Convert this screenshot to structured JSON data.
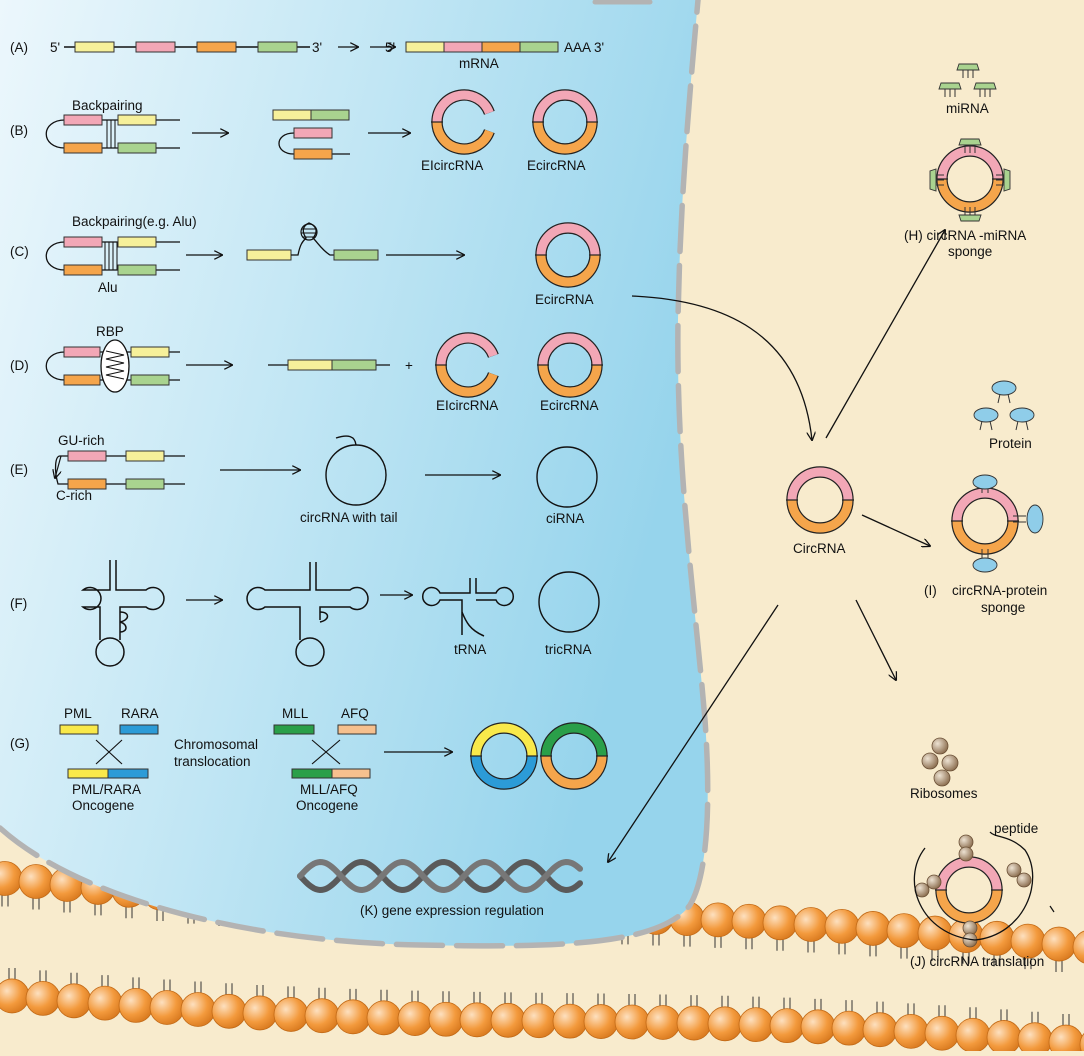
{
  "colors": {
    "background": "#f8ebcd",
    "nucleus": "#a8dcef",
    "nucleus_light": "#ecf7fc",
    "envelope": "#b3b3b3",
    "membrane_bead": "#f39a3d",
    "exon_yellow": "#f6f09a",
    "exon_pink": "#f2a7b6",
    "exon_orange": "#f5a54b",
    "exon_green": "#a9d38f",
    "gene_yellow": "#f9e94a",
    "gene_blue": "#2c9bd7",
    "gene_green": "#2a9f49",
    "gene_peach": "#f6c08e",
    "protein": "#8fcde9",
    "ribosome": "#a88a66",
    "dna": "#5a5a5a"
  },
  "rows": {
    "A": {
      "tag": "(A)",
      "five": "5'",
      "three": "3'",
      "five_mrna": "5'",
      "polya": "AAA 3'",
      "mrna": "mRNA"
    },
    "B": {
      "tag": "(B)",
      "backpairing": "Backpairing",
      "elcirc": "EIcircRNA",
      "ecirc": "EcircRNA"
    },
    "C": {
      "tag": "(C)",
      "backpairing": "Backpairing(e.g. Alu)",
      "alu": "Alu",
      "ecirc": "EcircRNA"
    },
    "D": {
      "tag": "(D)",
      "rbp": "RBP",
      "plus": "+",
      "elcirc": "EIcircRNA",
      "ecirc": "EcircRNA"
    },
    "E": {
      "tag": "(E)",
      "gu": "GU-rich",
      "c": "C-rich",
      "tail": "circRNA with tail",
      "ci": "ciRNA"
    },
    "F": {
      "tag": "(F)",
      "trna": "tRNA",
      "tric": "tricRNA"
    },
    "G": {
      "tag": "(G)",
      "pml": "PML",
      "rara": "RARA",
      "pmlrara": "PML/RARA",
      "onc1": "Oncogene",
      "chrom1": "Chromosomal",
      "chrom2": "translocation",
      "mll": "MLL",
      "afq": "AFQ",
      "mllafq": "MLL/AFQ",
      "onc2": "Oncogene"
    },
    "K": {
      "label": "(K) gene expression regulation"
    }
  },
  "cytoplasm": {
    "circ": "CircRNA",
    "mirna": "miRNA",
    "H1": "(H) circRNA -miRNA",
    "H2": "sponge",
    "protein": "Protein",
    "I_tag": "(I)",
    "I1": "circRNA-protein",
    "I2": "sponge",
    "ribosomes": "Ribosomes",
    "peptide": "peptide",
    "J": "(J) circRNA translation"
  }
}
